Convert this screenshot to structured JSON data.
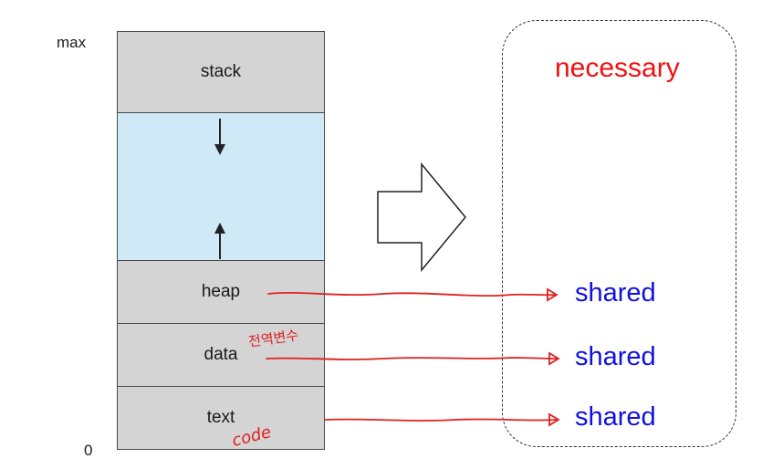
{
  "axis": {
    "top_label": "max",
    "bottom_label": "0"
  },
  "segments": {
    "stack": "stack",
    "heap": "heap",
    "data": "data",
    "text": "text"
  },
  "box": {
    "title": "necessary",
    "items": [
      "shared",
      "shared",
      "shared"
    ]
  },
  "annotations": {
    "data_note": "전역변수",
    "text_note": "code"
  },
  "colors": {
    "segment_gray": "#d4d4d4",
    "free_space_blue": "#cfe9f7",
    "necessary_red": "#ee1111",
    "shared_blue": "#1111dd",
    "handwriting_red": "#e02020"
  }
}
